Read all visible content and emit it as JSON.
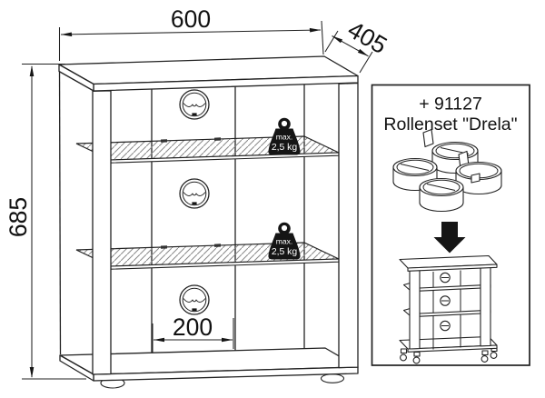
{
  "page": {
    "background": "#ffffff",
    "line_color": "#222222",
    "accent_black": "#151515"
  },
  "main_drawing": {
    "description": "hi-fi shelf unit technical drawing",
    "dim_width": "600",
    "dim_depth": "405",
    "dim_height": "685",
    "dim_backpanel_width": "200",
    "weight_badge": {
      "line1": "max.",
      "line2": "2,5 kg"
    }
  },
  "inset": {
    "title_line1": "+ 91127",
    "title_line2": "Rollenset \"Drela\""
  },
  "icons": {
    "weight_badge": "weight-limit-icon",
    "grommet": "cable-grommet-icon",
    "caster_set": "caster-set-icon",
    "transform_arrow": "down-arrow-icon"
  }
}
